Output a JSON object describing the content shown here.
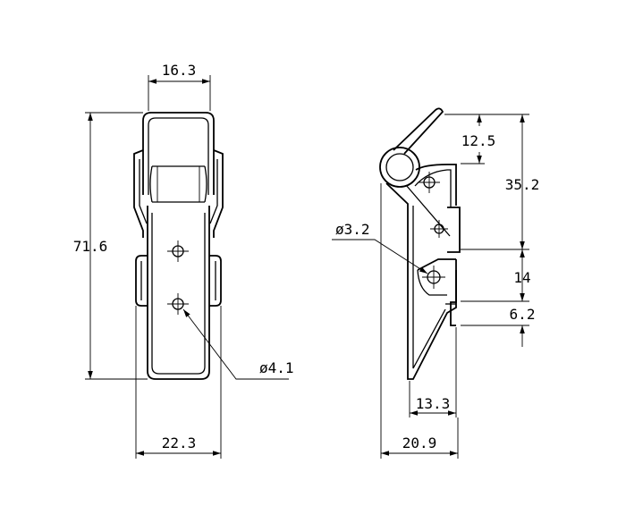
{
  "drawing": {
    "front_view": {
      "top_width": "16.3",
      "height": "71.6",
      "bottom_width": "22.3",
      "hole_diameter": "ø4.1"
    },
    "side_view": {
      "top_offset": "12.5",
      "upper_height": "35.2",
      "hole_diameter": "ø3.2",
      "mid_height": "14",
      "lower_offset": "6.2",
      "hook_width": "13.3",
      "overall_width": "20.9"
    }
  }
}
